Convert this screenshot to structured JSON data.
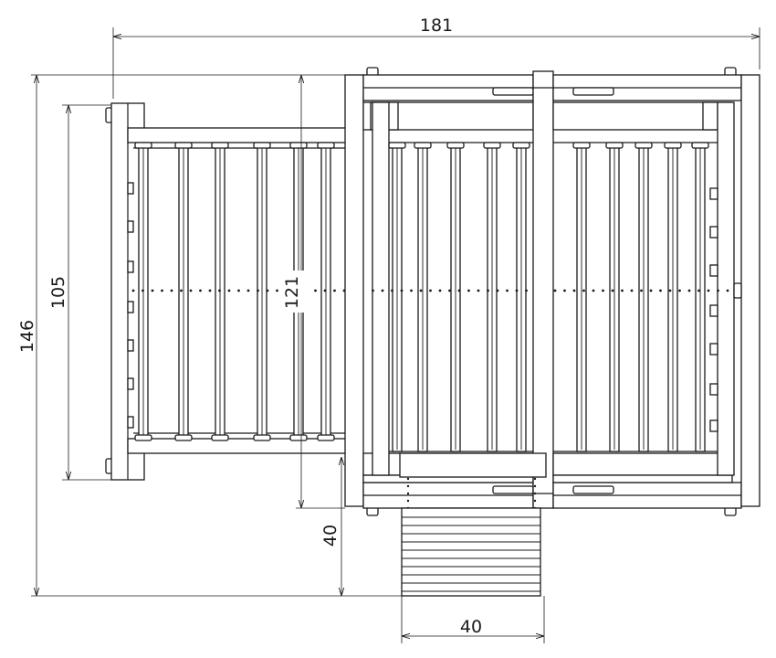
{
  "dimensions": {
    "overall_width": "181",
    "overall_depth": "146",
    "left_block_depth": "105",
    "center_height": "121",
    "step_offset": "40",
    "step_width": "40"
  },
  "colors": {
    "line": "#1a1a1a",
    "background": "#ffffff"
  }
}
